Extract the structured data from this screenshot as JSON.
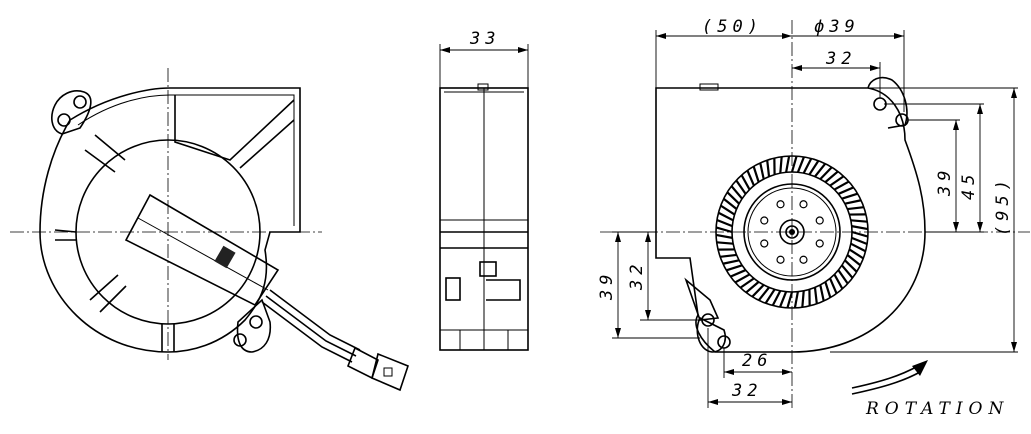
{
  "dimensions": {
    "depth": "33",
    "width_overall": "(50)",
    "outlet_dia": "ϕ39",
    "hole_x_top": "32",
    "hole_y_39": "39",
    "hole_y_45": "45",
    "height_overall": "(95)",
    "left_39": "39",
    "left_32": "32",
    "bottom_26": "26",
    "bottom_32": "32"
  },
  "rotation_label": "ROTATION"
}
